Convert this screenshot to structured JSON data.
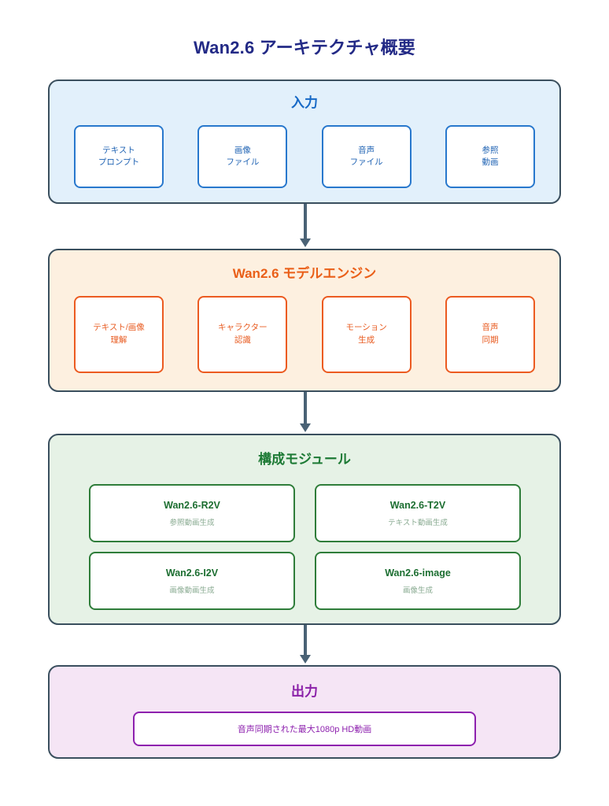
{
  "title": "Wan2.6 アーキテクチャ概要",
  "colors": {
    "title": "#232a86",
    "input_accent": "#2878cd",
    "input_bg": "#e2f0fb",
    "engine_accent": "#ec5b21",
    "engine_bg": "#fdf0e0",
    "modules_accent": "#2f7d3a",
    "modules_bg": "#e6f2e6",
    "output_accent": "#8d20ae",
    "output_bg": "#f5e5f5",
    "section_border": "#3a4f5e",
    "arrow": "#4a6275"
  },
  "sections": {
    "input": {
      "heading": "入力",
      "cards": [
        {
          "line1": "テキスト",
          "line2": "プロンプト"
        },
        {
          "line1": "画像",
          "line2": "ファイル"
        },
        {
          "line1": "音声",
          "line2": "ファイル"
        },
        {
          "line1": "参照",
          "line2": "動画"
        }
      ]
    },
    "engine": {
      "heading": "Wan2.6 モデルエンジン",
      "cards": [
        {
          "line1": "テキスト/画像",
          "line2": "理解"
        },
        {
          "line1": "キャラクター",
          "line2": "認識"
        },
        {
          "line1": "モーション",
          "line2": "生成"
        },
        {
          "line1": "音声",
          "line2": "同期"
        }
      ]
    },
    "modules": {
      "heading": "構成モジュール",
      "cards": [
        {
          "name": "Wan2.6-R2V",
          "desc": "参照動画生成"
        },
        {
          "name": "Wan2.6-T2V",
          "desc": "テキスト動画生成"
        },
        {
          "name": "Wan2.6-I2V",
          "desc": "画像動画生成"
        },
        {
          "name": "Wan2.6-image",
          "desc": "画像生成"
        }
      ]
    },
    "output": {
      "heading": "出力",
      "card": "音声同期された最大1080p HD動画"
    }
  },
  "arrows": [
    {
      "name": "input-to-engine",
      "direction": "down"
    },
    {
      "name": "engine-to-modules",
      "direction": "down"
    },
    {
      "name": "modules-to-output",
      "direction": "down"
    }
  ]
}
